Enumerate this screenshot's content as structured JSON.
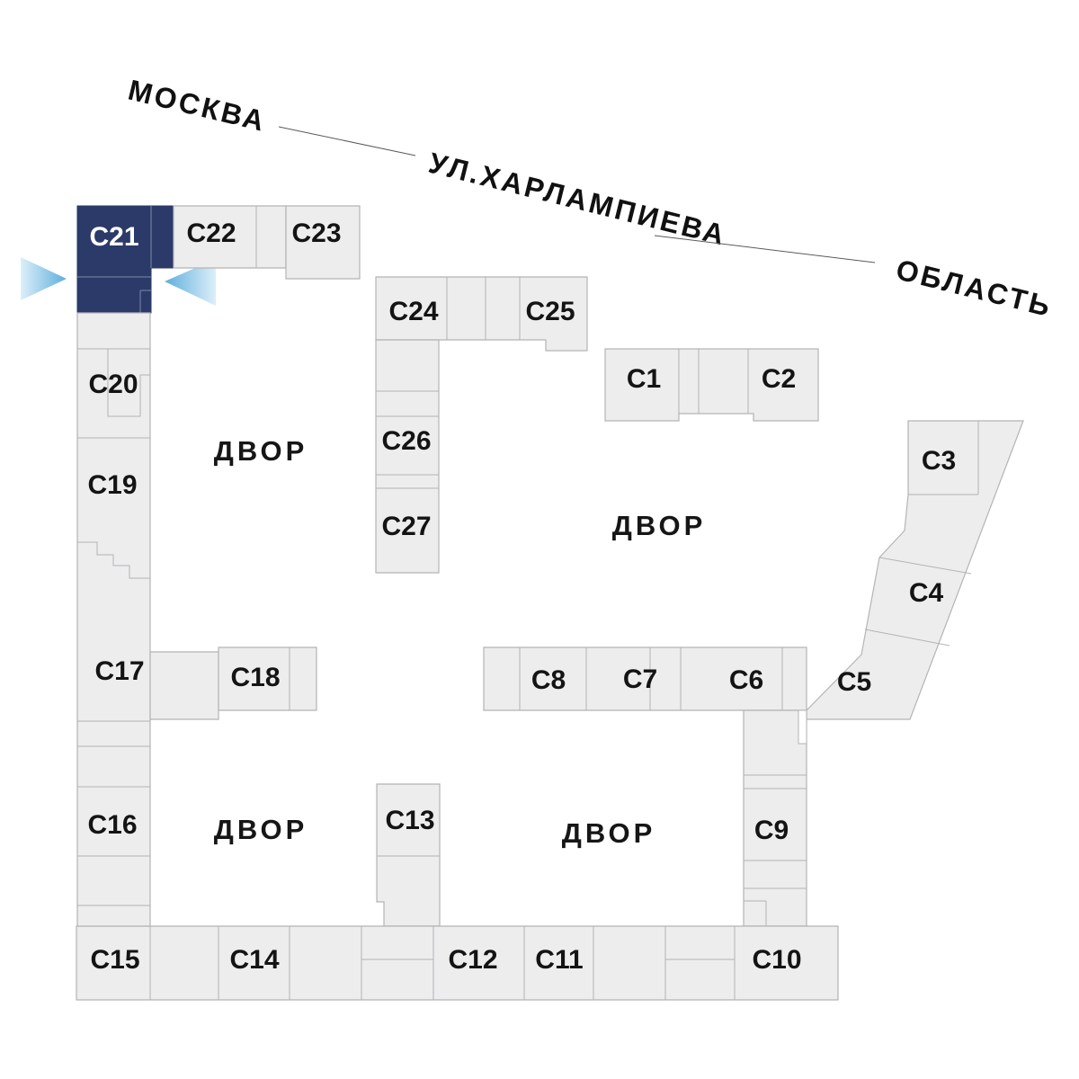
{
  "map": {
    "street": {
      "city": "МОСКВА",
      "name": "УЛ.ХАРЛАМПИЕВА",
      "region": "ОБЛАСТЬ"
    },
    "courtyards": [
      {
        "label": "ДВОР"
      },
      {
        "label": "ДВОР"
      },
      {
        "label": "ДВОР"
      },
      {
        "label": "ДВОР"
      }
    ],
    "selected_building": "С21",
    "buildings": {
      "c1": {
        "label": "С1"
      },
      "c2": {
        "label": "С2"
      },
      "c3": {
        "label": "С3"
      },
      "c4": {
        "label": "С4"
      },
      "c5": {
        "label": "С5"
      },
      "c6": {
        "label": "С6"
      },
      "c7": {
        "label": "С7"
      },
      "c8": {
        "label": "С8"
      },
      "c9": {
        "label": "С9"
      },
      "c10": {
        "label": "С10"
      },
      "c11": {
        "label": "С11"
      },
      "c12": {
        "label": "С12"
      },
      "c13": {
        "label": "С13"
      },
      "c14": {
        "label": "С14"
      },
      "c15": {
        "label": "С15"
      },
      "c16": {
        "label": "С16"
      },
      "c17": {
        "label": "С17"
      },
      "c18": {
        "label": "С18"
      },
      "c19": {
        "label": "С19"
      },
      "c20": {
        "label": "С20"
      },
      "c21": {
        "label": "С21"
      },
      "c22": {
        "label": "С22"
      },
      "c23": {
        "label": "С23"
      },
      "c24": {
        "label": "С24"
      },
      "c25": {
        "label": "С25"
      },
      "c26": {
        "label": "С26"
      },
      "c27": {
        "label": "С27"
      }
    },
    "colors": {
      "building_fill": "#EDEDEE",
      "building_stroke": "#B4B4B7",
      "selected_fill": "#2B3A69",
      "selected_label": "#FFFFFF",
      "label": "#141414",
      "street_line": "#5A5A5A",
      "arrow_strong": "#5FAEDD",
      "arrow_light": "#DCEFF9"
    },
    "icons": {
      "left_marker": "selection-arrow-right-icon",
      "right_marker": "selection-arrow-left-icon"
    }
  }
}
